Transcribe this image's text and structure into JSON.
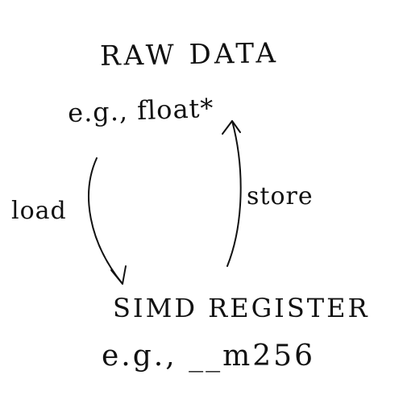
{
  "nodes": {
    "top": {
      "title": "RAW DATA",
      "example": "e.g., float*"
    },
    "bottom": {
      "title": "SIMD REGISTER",
      "example": "e.g., __m256"
    }
  },
  "edges": {
    "load": {
      "label": "load",
      "direction": "down"
    },
    "store": {
      "label": "store",
      "direction": "up"
    }
  },
  "colors": {
    "ink": "#111111",
    "background": "#ffffff"
  }
}
